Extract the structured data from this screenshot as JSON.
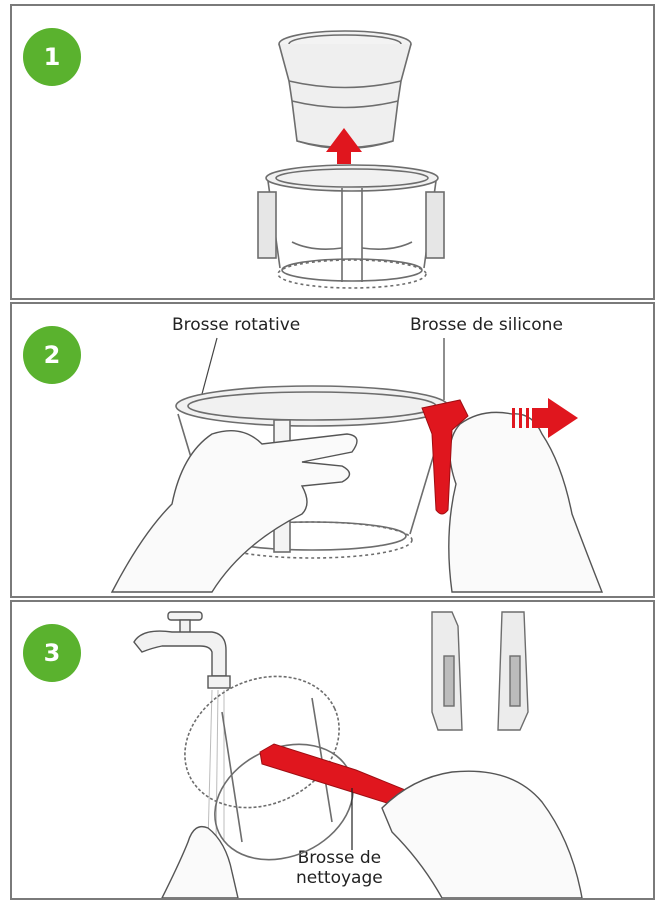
{
  "steps": [
    {
      "number": "1"
    },
    {
      "number": "2",
      "labels": {
        "rotating_brush": "Brosse rotative",
        "silicone_brush": "Brosse de silicone"
      }
    },
    {
      "number": "3",
      "labels": {
        "cleaning_brush_line1": "Brosse de",
        "cleaning_brush_line2": "nettoyage"
      }
    }
  ],
  "colors": {
    "badge": "#5ab22e",
    "accent": "#e0161e",
    "frame": "#7a7a7a"
  }
}
